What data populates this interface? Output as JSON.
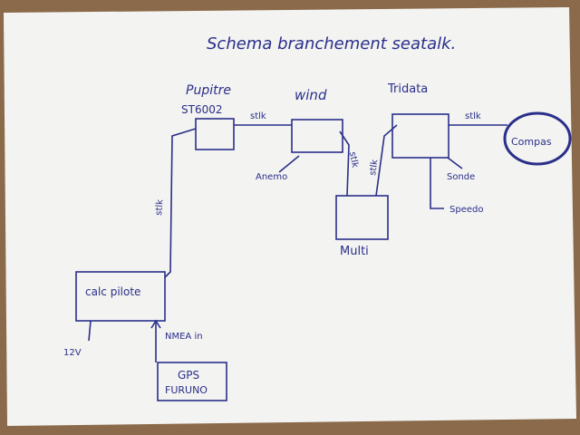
{
  "title": "Schema branchement seatalk.",
  "nodes": {
    "pupitre": {
      "label": "Pupitre",
      "sublabel": "ST6002"
    },
    "wind": {
      "label": "wind",
      "sensor": "Anemo"
    },
    "tridata": {
      "label": "Tridata",
      "sensor1": "Sonde",
      "sensor2": "Speedo"
    },
    "compass": {
      "label": "Compas"
    },
    "multi": {
      "label": "Multi"
    },
    "calc_pilote": {
      "label": "calc pilote",
      "power": "12V"
    },
    "gps": {
      "line1": "GPS",
      "line2": "FURUNO"
    }
  },
  "links": {
    "stlk_pupitre_wind": "stlk",
    "stlk_tridata_compas": "stlk",
    "stlk_wind_multi": "stlk",
    "stlk_tridata_multi": "stlk",
    "stlk_pilote_pupitre": "stlk",
    "nmea_in": "NMEA in"
  },
  "colors": {
    "ink": "#2a2f8a",
    "paper": "#f3f3f1",
    "table": "#8a6a4a"
  }
}
